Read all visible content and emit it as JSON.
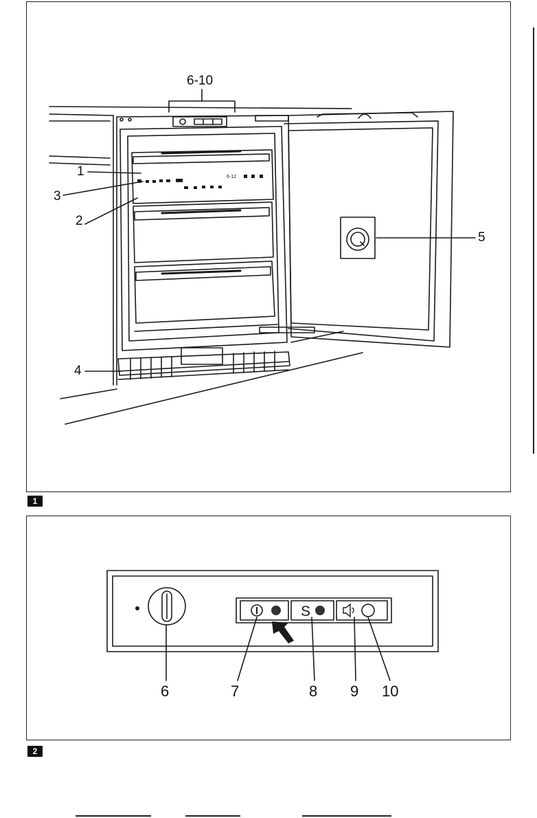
{
  "figure_1": {
    "tag": "1",
    "callouts": {
      "c1": "1",
      "c2": "2",
      "c3": "3",
      "c4": "4",
      "c5": "5",
      "c6_10": "6-10"
    },
    "panel_text": {
      "drawer_temp_range": "6-12"
    }
  },
  "figure_2": {
    "tag": "2",
    "callouts": {
      "c6": "6",
      "c7": "7",
      "c8": "8",
      "c9": "9",
      "c10": "10"
    },
    "buttons": {
      "super_freeze_letter": "S"
    }
  }
}
